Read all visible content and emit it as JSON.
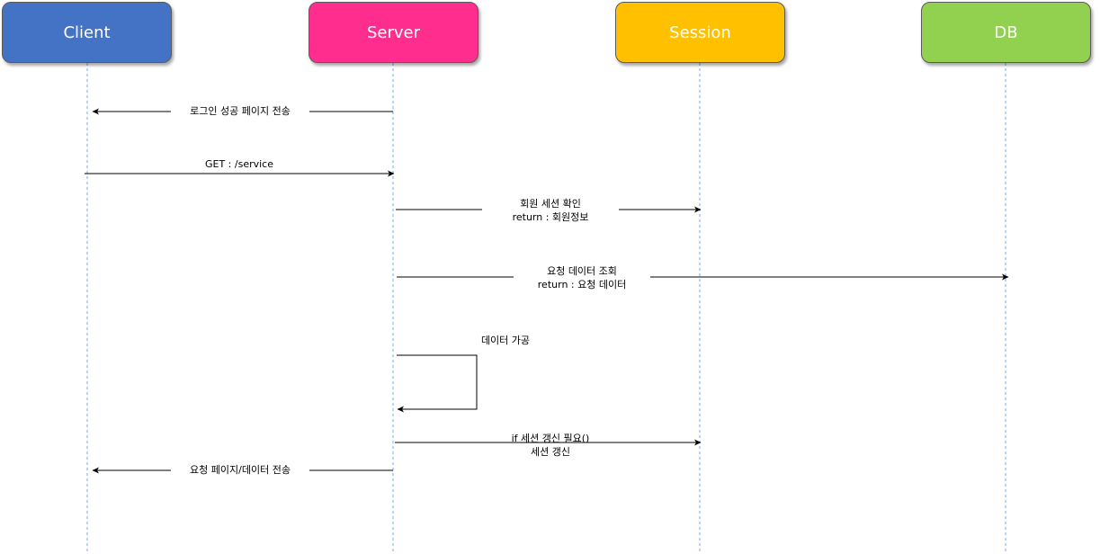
{
  "participants": [
    {
      "id": "client",
      "label": "Client",
      "color": "#4472C4"
    },
    {
      "id": "server",
      "label": "Server",
      "color": "#FF2D8D"
    },
    {
      "id": "session",
      "label": "Session",
      "color": "#FFC000"
    },
    {
      "id": "db",
      "label": "DB",
      "color": "#92D050"
    }
  ],
  "lifeline_color": "#7EA6E0",
  "messages": [
    {
      "id": "msg-login-success",
      "line1": "로그인 성공 페이지 전송",
      "line2": ""
    },
    {
      "id": "msg-get-service",
      "line1": "GET : /service",
      "line2": ""
    },
    {
      "id": "msg-check-session",
      "line1": "회원 세션 확인",
      "line2": "return : 회원정보"
    },
    {
      "id": "msg-query-data",
      "line1": "요청 데이터 조회",
      "line2": "return : 요청 데이터"
    },
    {
      "id": "msg-process-data",
      "line1": "데이터 가공",
      "line2": ""
    },
    {
      "id": "msg-renew-session",
      "line1": "if 세션 갱신 필요()",
      "line2": "세션 갱신"
    },
    {
      "id": "msg-send-page",
      "line1": "요청 페이지/데이터 전송",
      "line2": ""
    }
  ]
}
